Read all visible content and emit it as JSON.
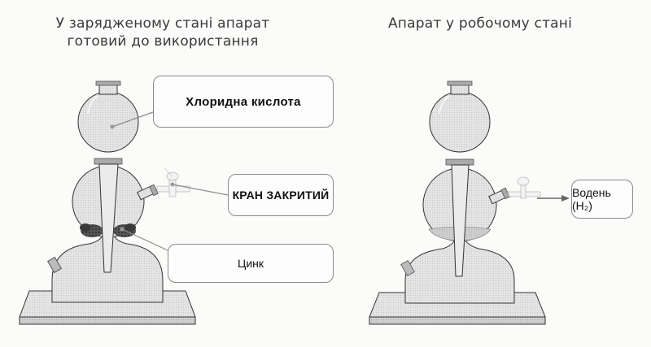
{
  "left_panel": {
    "title_line1": "У зарядженому стані апарат",
    "title_line2": "готовий до використання",
    "labels": {
      "acid": "Хлоридна кислота",
      "tap": "КРАН ЗАКРИТИЙ",
      "zinc": "Цинк"
    }
  },
  "right_panel": {
    "title": "Апарат у робочому стані",
    "labels": {
      "gas": "Водень (H₂)"
    }
  },
  "colors": {
    "outline": "#333333",
    "glass_fill": "#d9d9d9",
    "zinc_fill": "#4a4a4a",
    "box_border": "#8a8a8a",
    "leader_line": "#8c8c8c"
  }
}
